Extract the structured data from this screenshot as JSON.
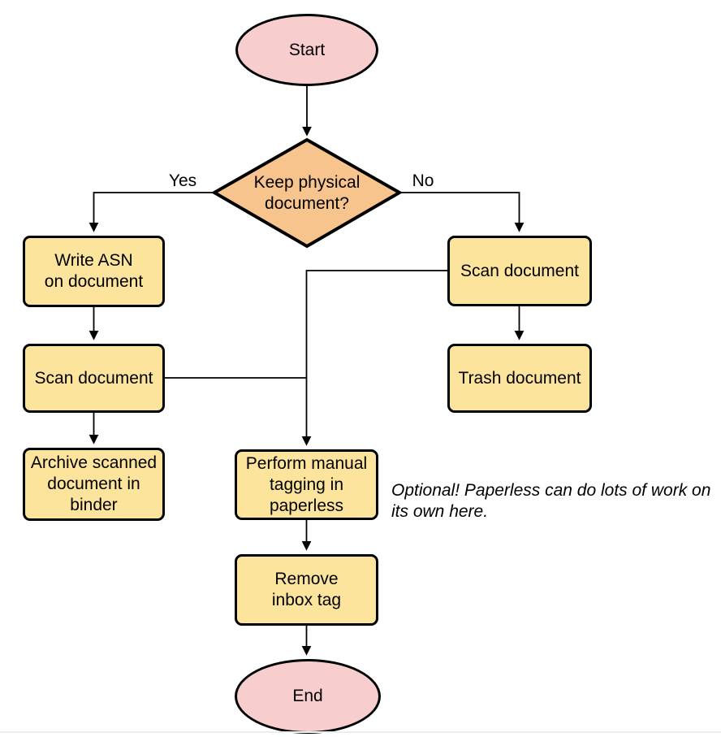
{
  "colors": {
    "terminator_fill": "#F8CDCD",
    "decision_fill": "#F8C48E",
    "process_fill": "#FCE49C",
    "stroke": "#000000",
    "divider": "#E9EEF3"
  },
  "nodes": {
    "start": {
      "label": "Start"
    },
    "decision": {
      "label": "Keep physical\ndocument?"
    },
    "write_asn": {
      "label": "Write ASN\non document"
    },
    "scan_yes": {
      "label": "Scan document"
    },
    "archive": {
      "label": "Archive scanned\ndocument in\nbinder"
    },
    "scan_no": {
      "label": "Scan document"
    },
    "trash": {
      "label": "Trash document"
    },
    "tagging": {
      "label": "Perform manual\ntagging in\npaperless"
    },
    "remove_inbox": {
      "label": "Remove\ninbox tag"
    },
    "end": {
      "label": "End"
    }
  },
  "edge_labels": {
    "yes": "Yes",
    "no": "No"
  },
  "note": {
    "text": "Optional! Paperless can do lots of work on\nits own here."
  }
}
